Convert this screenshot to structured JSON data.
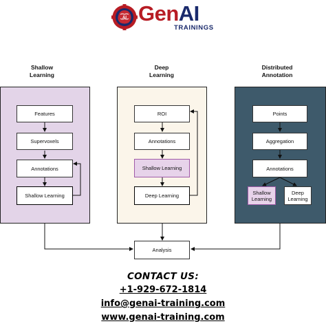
{
  "brand": {
    "name_part1": "Gen",
    "name_part2": "AI",
    "subtitle": "TRAININGS",
    "emblem_text": "AI",
    "colors": {
      "red": "#b71c24",
      "navy": "#1a2a6c"
    }
  },
  "diagram": {
    "columns": [
      {
        "title": "Shallow\nLearning",
        "panel_color": "#e3d4e8",
        "nodes": [
          "Features",
          "Supervoxels",
          "Annotations",
          "Shallow Learning"
        ]
      },
      {
        "title": "Deep\nLearning",
        "panel_color": "#fbf5ea",
        "nodes": [
          "ROI",
          "Annotations",
          "Shallow Learning",
          "Deep Learning"
        ]
      },
      {
        "title": "Distributed\nAnnotation",
        "panel_color": "#3e5a6b",
        "nodes": [
          "Points",
          "Aggregation",
          "Annotations",
          "Shallow\nLearning",
          "Deep\nLearning"
        ]
      }
    ],
    "output_node": "Analysis",
    "highlight_color": "#e7d3ea"
  },
  "contact": {
    "title": "CONTACT US:",
    "phone": "+1-929-672-1814",
    "email": "info@genai-training.com",
    "website": "www.genai-training.com"
  }
}
